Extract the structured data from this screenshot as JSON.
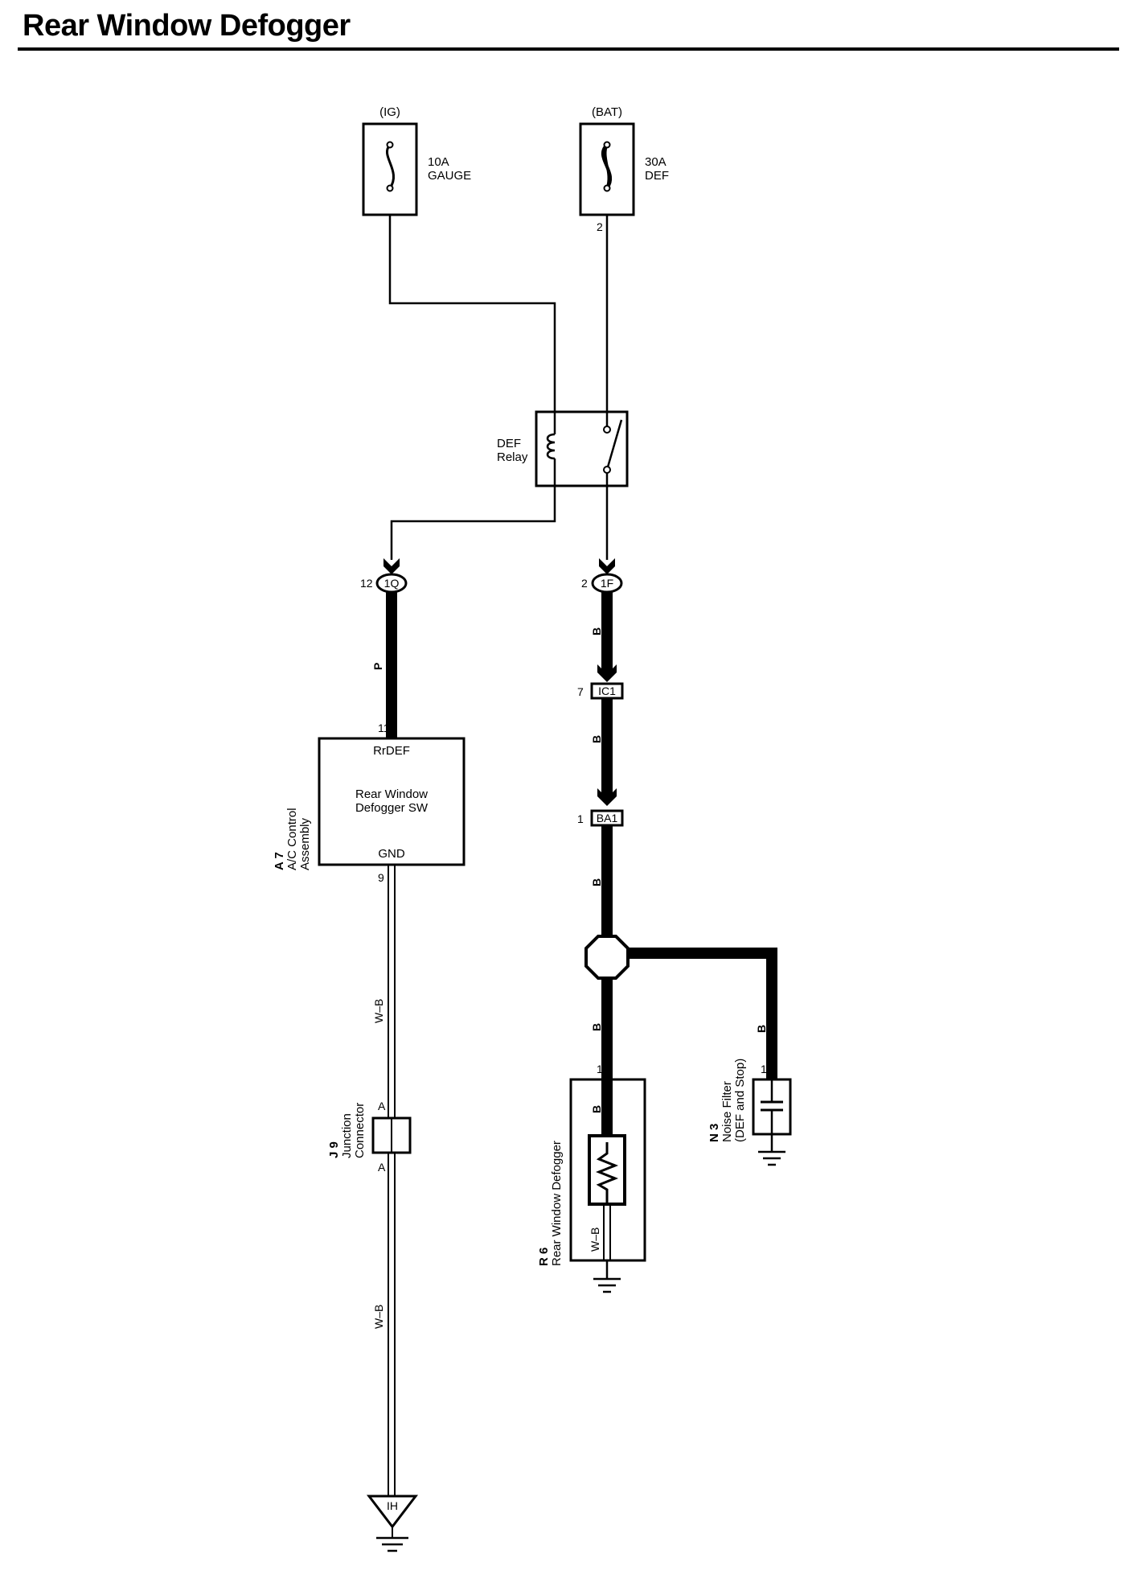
{
  "title": "Rear Window Defogger",
  "fuses": {
    "ig": {
      "source": "(IG)",
      "rating": "10A",
      "name": "GAUGE"
    },
    "bat": {
      "source": "(BAT)",
      "rating": "30A",
      "name": "DEF",
      "pin": "2"
    }
  },
  "relay": {
    "line1": "DEF",
    "line2": "Relay"
  },
  "connectors": {
    "q1": {
      "id": "1Q",
      "pin": "12"
    },
    "f1": {
      "id": "1F",
      "pin": "2"
    },
    "ic1": {
      "id": "IC1",
      "pin": "7"
    },
    "ba1": {
      "id": "BA1",
      "pin": "1"
    }
  },
  "ac_control": {
    "code": "A 7",
    "name_line1": "A/C Control",
    "name_line2": "Assembly",
    "terminal_top": "RrDEF",
    "terminal_top_pin": "11",
    "switch_line1": "Rear Window",
    "switch_line2": "Defogger SW",
    "terminal_bottom": "GND",
    "terminal_bottom_pin": "9"
  },
  "junction": {
    "code": "J 9",
    "name_line1": "Junction",
    "name_line2": "Connector",
    "pin_top": "A",
    "pin_bottom": "A"
  },
  "defogger": {
    "code": "R 6",
    "name": "Rear Window Defogger",
    "pin": "1"
  },
  "noise_filter": {
    "code": "N 3",
    "name_line1": "Noise Filter",
    "name_line2": "(DEF and Stop)",
    "pin": "1"
  },
  "ground": {
    "id": "IH"
  },
  "wire_colors": {
    "p": "P",
    "b": "B",
    "wb": "W–B"
  }
}
